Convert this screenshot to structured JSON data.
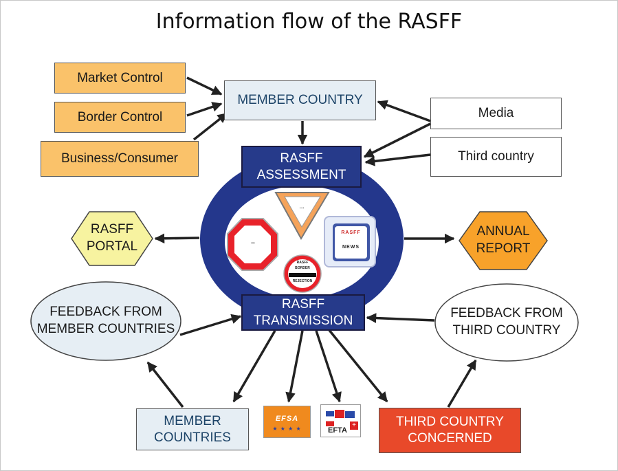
{
  "title": "Information flow of the RASFF",
  "sources": {
    "market_control": "Market Control",
    "border_control": "Border Control",
    "business_consumer": "Business/Consumer"
  },
  "member_country": "MEMBER COUNTRY",
  "external": {
    "media": "Media",
    "third_country": "Third country"
  },
  "core": {
    "assessment_line1": "RASFF",
    "assessment_line2": "ASSESSMENT",
    "transmission_line1": "RASFF",
    "transmission_line2": "TRANSMISSION"
  },
  "outputs": {
    "portal_line1": "RASFF",
    "portal_line2": "PORTAL",
    "report_line1": "ANNUAL",
    "report_line2": "REPORT"
  },
  "feedback": {
    "members_line1": "FEEDBACK FROM",
    "members_line2": "MEMBER COUNTRIES",
    "third_line1": "FEEDBACK FROM",
    "third_line2": "THIRD COUNTRY"
  },
  "recipients": {
    "member_countries_line1": "MEMBER",
    "member_countries_line2": "COUNTRIES",
    "third_concerned_line1": "THIRD COUNTRY",
    "third_concerned_line2": "CONCERNED",
    "efsa": "EFSA",
    "efta": "EFTA"
  },
  "logos": {
    "rasff_news_top": "RASFF",
    "rasff_news_bottom": "NEWS",
    "border_rejection_1": "RASFF",
    "border_rejection_2": "BORDER",
    "border_rejection_3": "REJECTION"
  },
  "colors": {
    "orange_box": "#fac26a",
    "navy": "#263a8a",
    "pale_blue": "#e6eef4",
    "hexagon_yellow": "#f7f3a0",
    "hexagon_orange": "#f8a22a",
    "red_box": "#e8492a"
  }
}
